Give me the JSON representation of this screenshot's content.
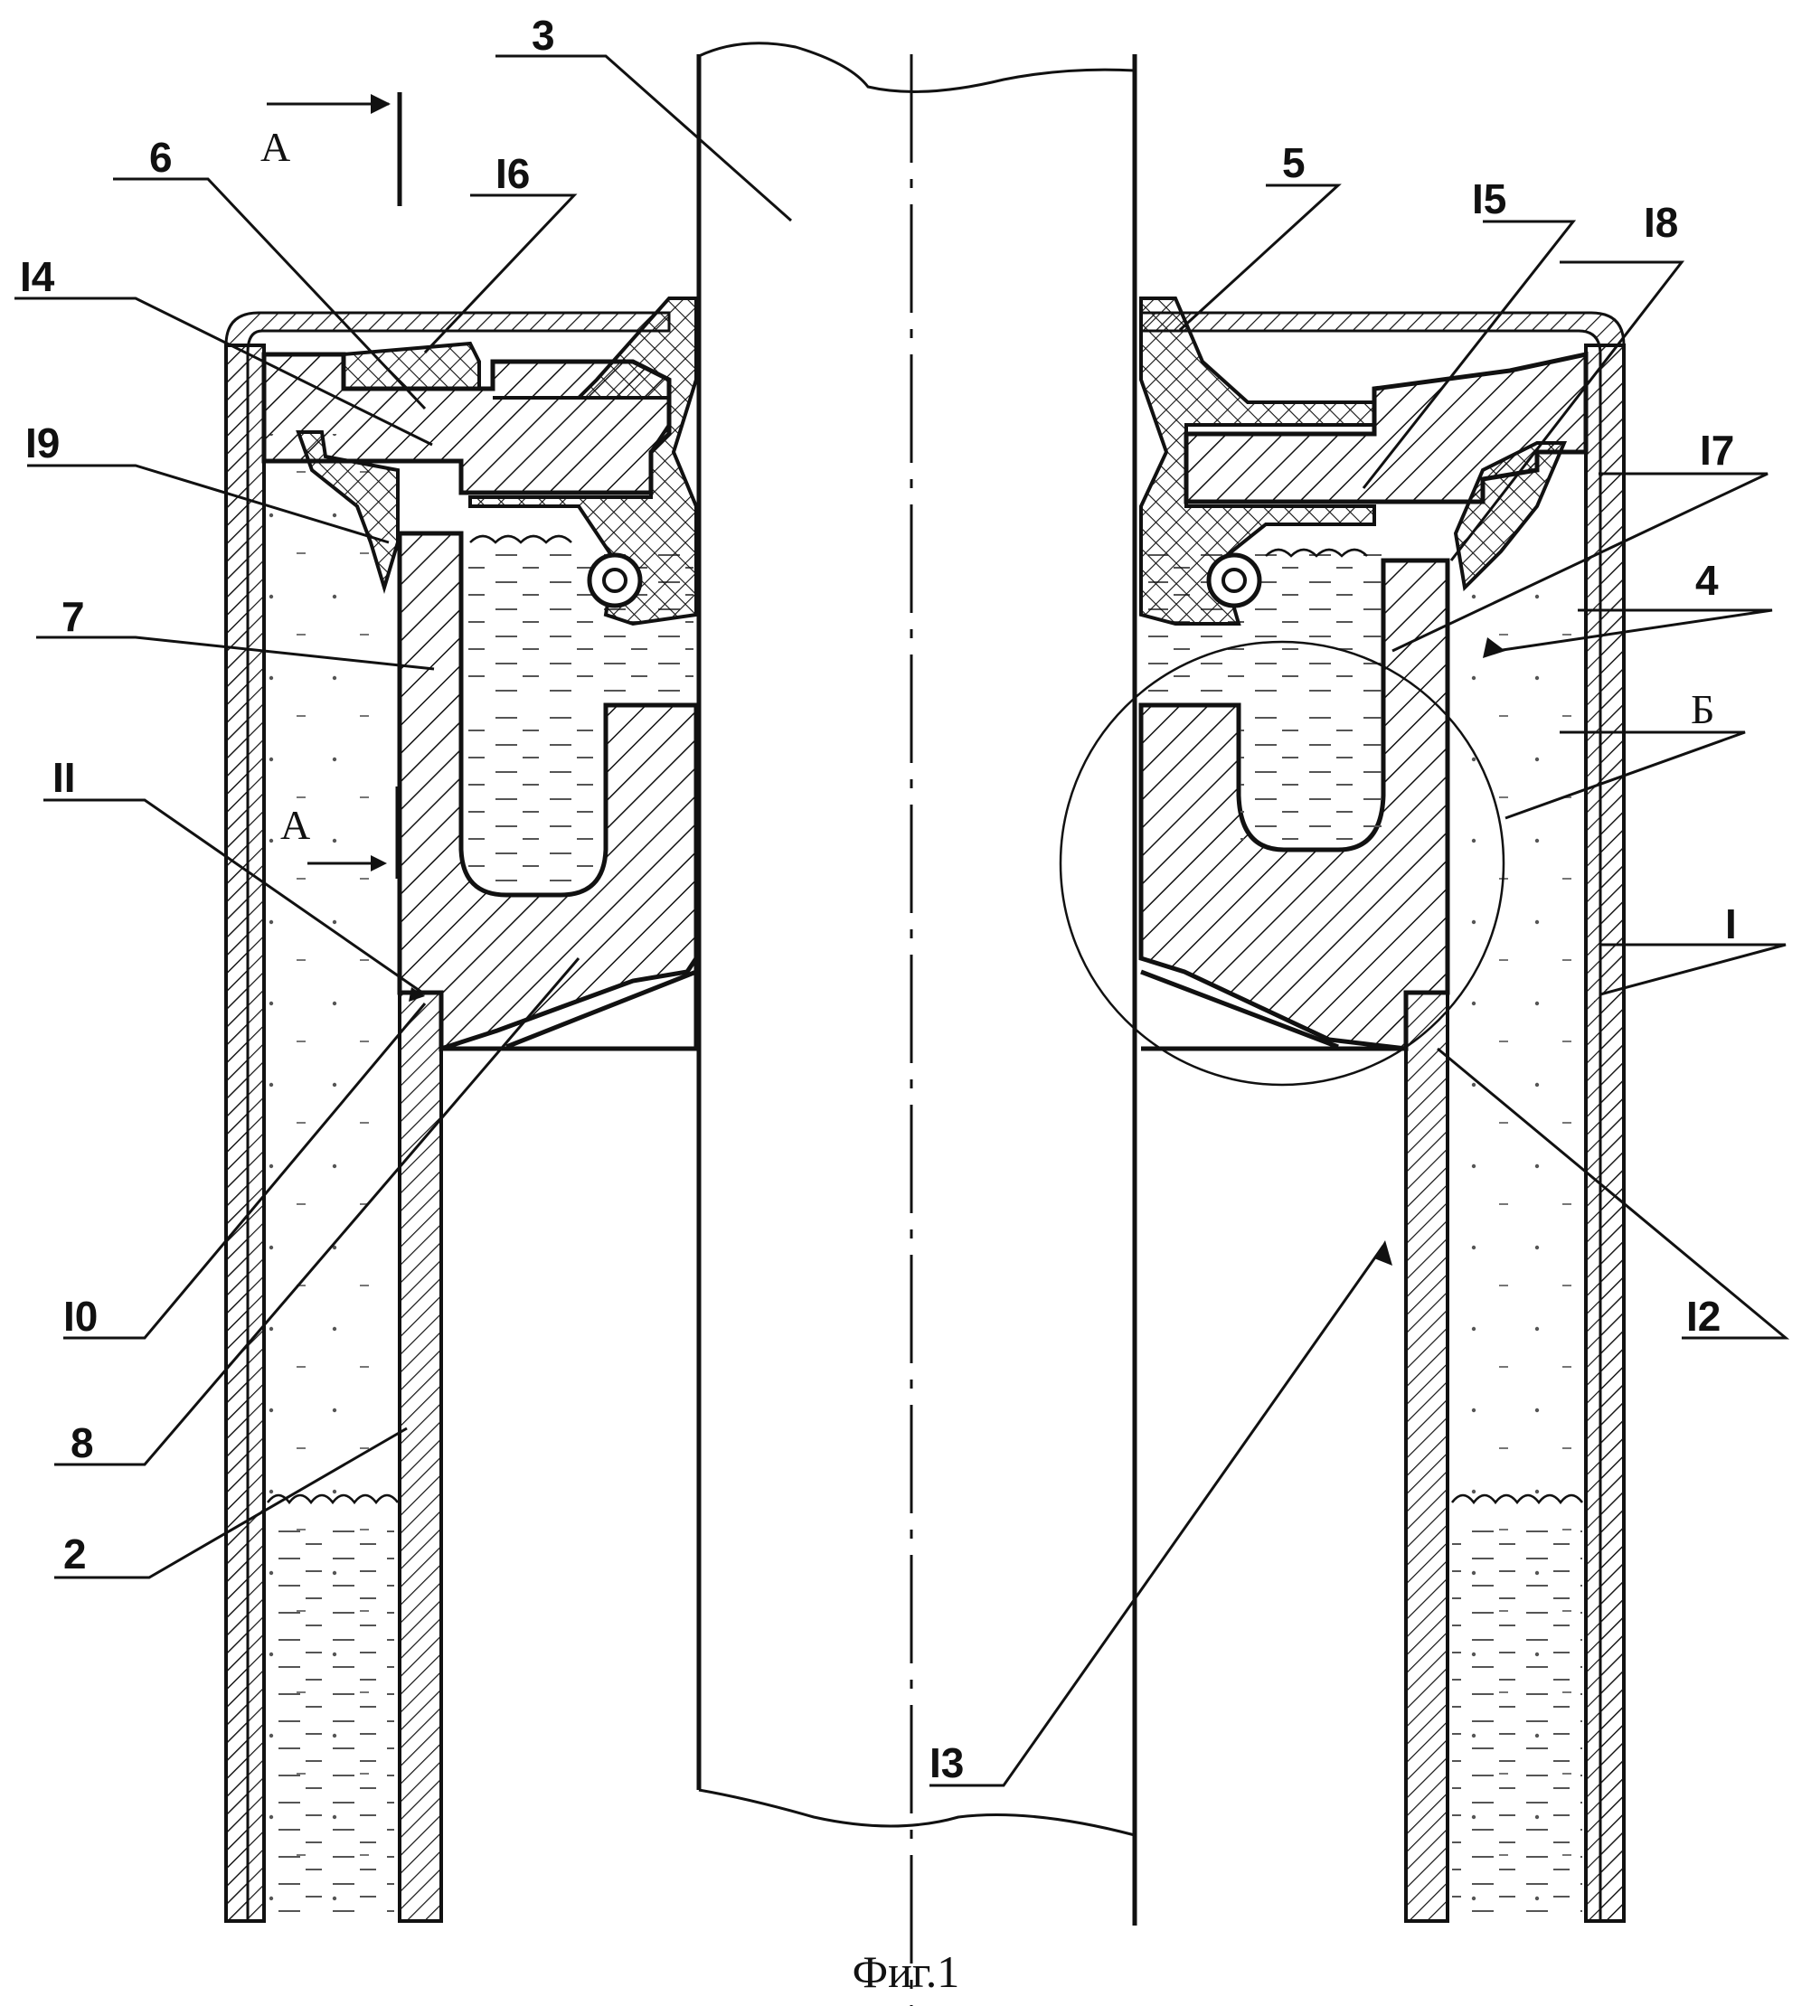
{
  "figure": {
    "caption": "Фиг.1",
    "section_mark": "А",
    "detail_mark": "Б",
    "callouts": [
      "3",
      "6",
      "I6",
      "I4",
      "I9",
      "7",
      "II",
      "I0",
      "8",
      "2",
      "5",
      "I5",
      "I8",
      "I7",
      "4",
      "I",
      "I2",
      "I3"
    ]
  },
  "colors": {
    "ink": "#111111",
    "paper": "#ffffff"
  }
}
